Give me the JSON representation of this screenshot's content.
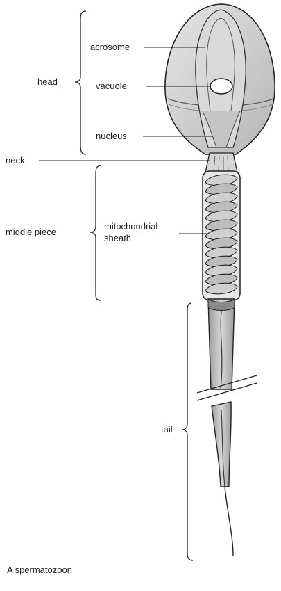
{
  "labels": {
    "head": "head",
    "acrosome": "acrosome",
    "vacuole": "vacuole",
    "nucleus": "nucleus",
    "neck": "neck",
    "middle_piece": "middle piece",
    "mitochondrial_line1": "mitochondrial",
    "mitochondrial_line2": "sheath",
    "tail": "tail"
  },
  "caption": "A spermatozoon",
  "colors": {
    "line": "#222222",
    "fill_head": "#cfcfcf",
    "fill_light": "#e4e4e4",
    "fill_dark": "#9a9a9a"
  }
}
